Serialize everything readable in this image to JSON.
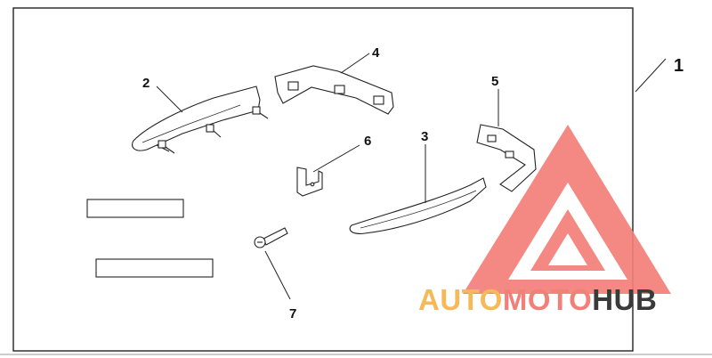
{
  "diagram": {
    "callouts": {
      "kit": "1",
      "part2": "2",
      "part3": "3",
      "part4": "4",
      "part5": "5",
      "part6": "6",
      "part7": "7"
    }
  },
  "watermark": {
    "part1": "AUTO",
    "part2": "MOTO",
    "part3": "HUB",
    "colors": {
      "triangle": "#f27f78",
      "auto": "#f5b95a",
      "hub": "#3a3a3a"
    }
  }
}
